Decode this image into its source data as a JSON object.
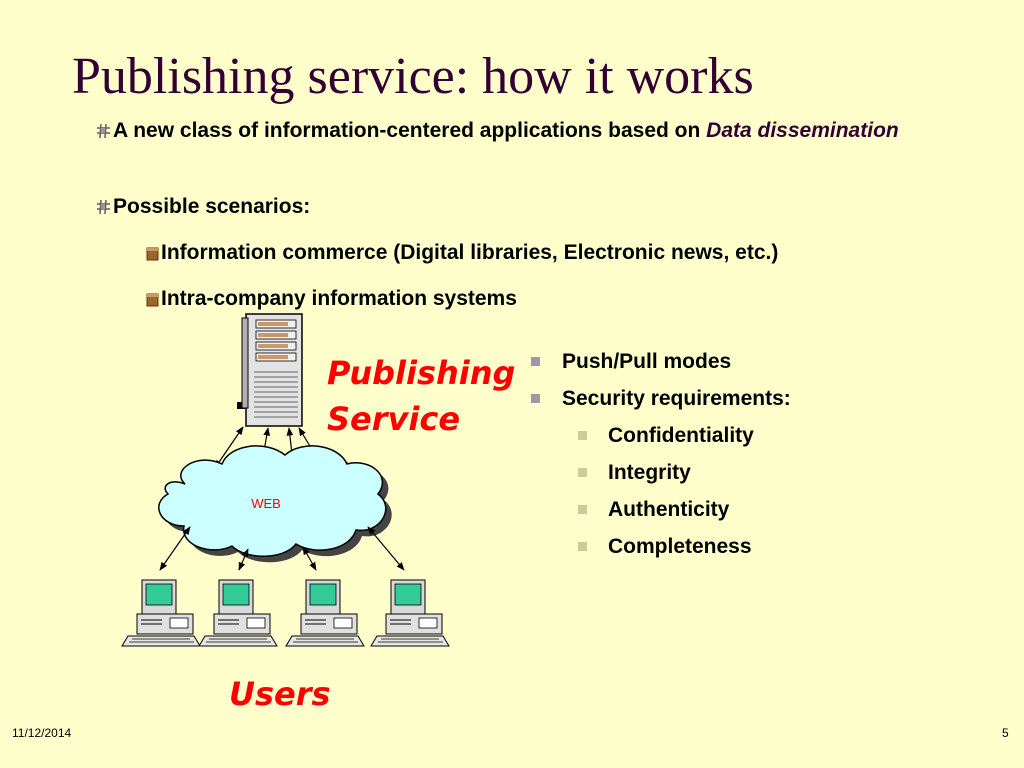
{
  "slide": {
    "title": "Publishing service: how it works",
    "bullets": {
      "b1_text": "A new class of information-centered applications based on ",
      "b1_emphasis": "Data dissemination",
      "b2_text": "Possible scenarios:",
      "b2_sub": [
        "Information commerce (Digital libraries, Electronic news, etc.)",
        "Intra-company information systems"
      ]
    },
    "diagram": {
      "server_label_line1": "Publishing",
      "server_label_line2": "Service",
      "cloud_label": "WEB",
      "users_label": "Users"
    },
    "right_list": {
      "item1": "Push/Pull modes",
      "item2": "Security requirements:",
      "sub": [
        "Confidentiality",
        "Integrity",
        "Authenticity",
        "Completeness"
      ]
    },
    "footer": {
      "date": "11/12/2014",
      "page": "5"
    },
    "colors": {
      "background": "#FFFFCC",
      "title": "#330033",
      "red_label": "#FF0000",
      "cloud_fill": "#CCFFFF",
      "screen": "#33CC99"
    }
  }
}
